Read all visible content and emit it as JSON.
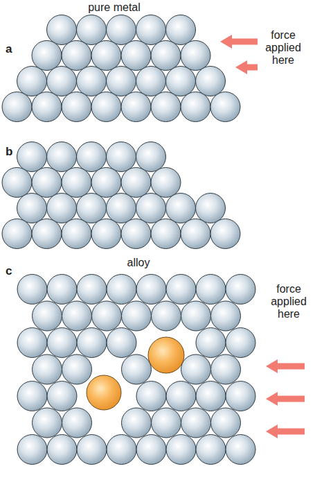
{
  "diagram": {
    "labels": [
      "pure metal",
      "a",
      "force applied here",
      "b",
      "alloy",
      "c",
      "force applied here"
    ]
  }
}
